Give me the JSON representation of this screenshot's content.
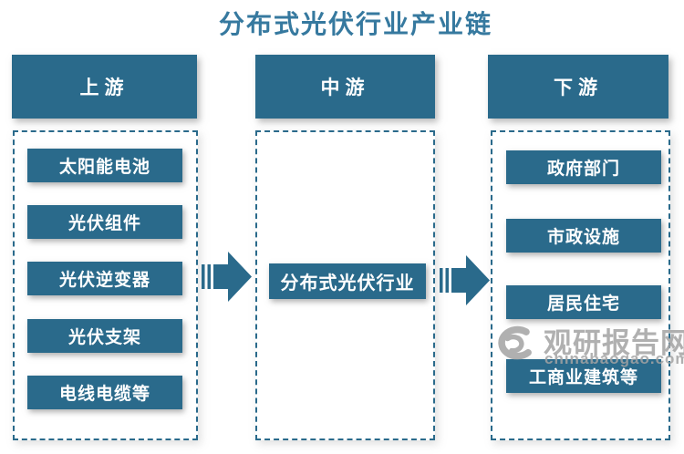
{
  "title": "分布式光伏行业产业链",
  "colors": {
    "primary": "#2A6A8B",
    "title_text": "#36799F",
    "box_text": "#FFFFFF",
    "watermark_gray": "#A3A3A3"
  },
  "columns": [
    {
      "id": "upstream",
      "header": "上游",
      "items": [
        "太阳能电池",
        "光伏组件",
        "光伏逆变器",
        "光伏支架",
        "电线电缆等"
      ]
    },
    {
      "id": "midstream",
      "header": "中游",
      "items": [
        "分布式光伏行业"
      ]
    },
    {
      "id": "downstream",
      "header": "下游",
      "items": [
        "政府部门",
        "市政设施",
        "居民住宅",
        "工商业建筑等"
      ]
    }
  ],
  "arrows": [
    {
      "from": "上游",
      "to": "中游"
    },
    {
      "from": "中游",
      "to": "下游"
    }
  ],
  "watermark": {
    "name": "观研报告网",
    "domain": "chinabaogao.com"
  }
}
